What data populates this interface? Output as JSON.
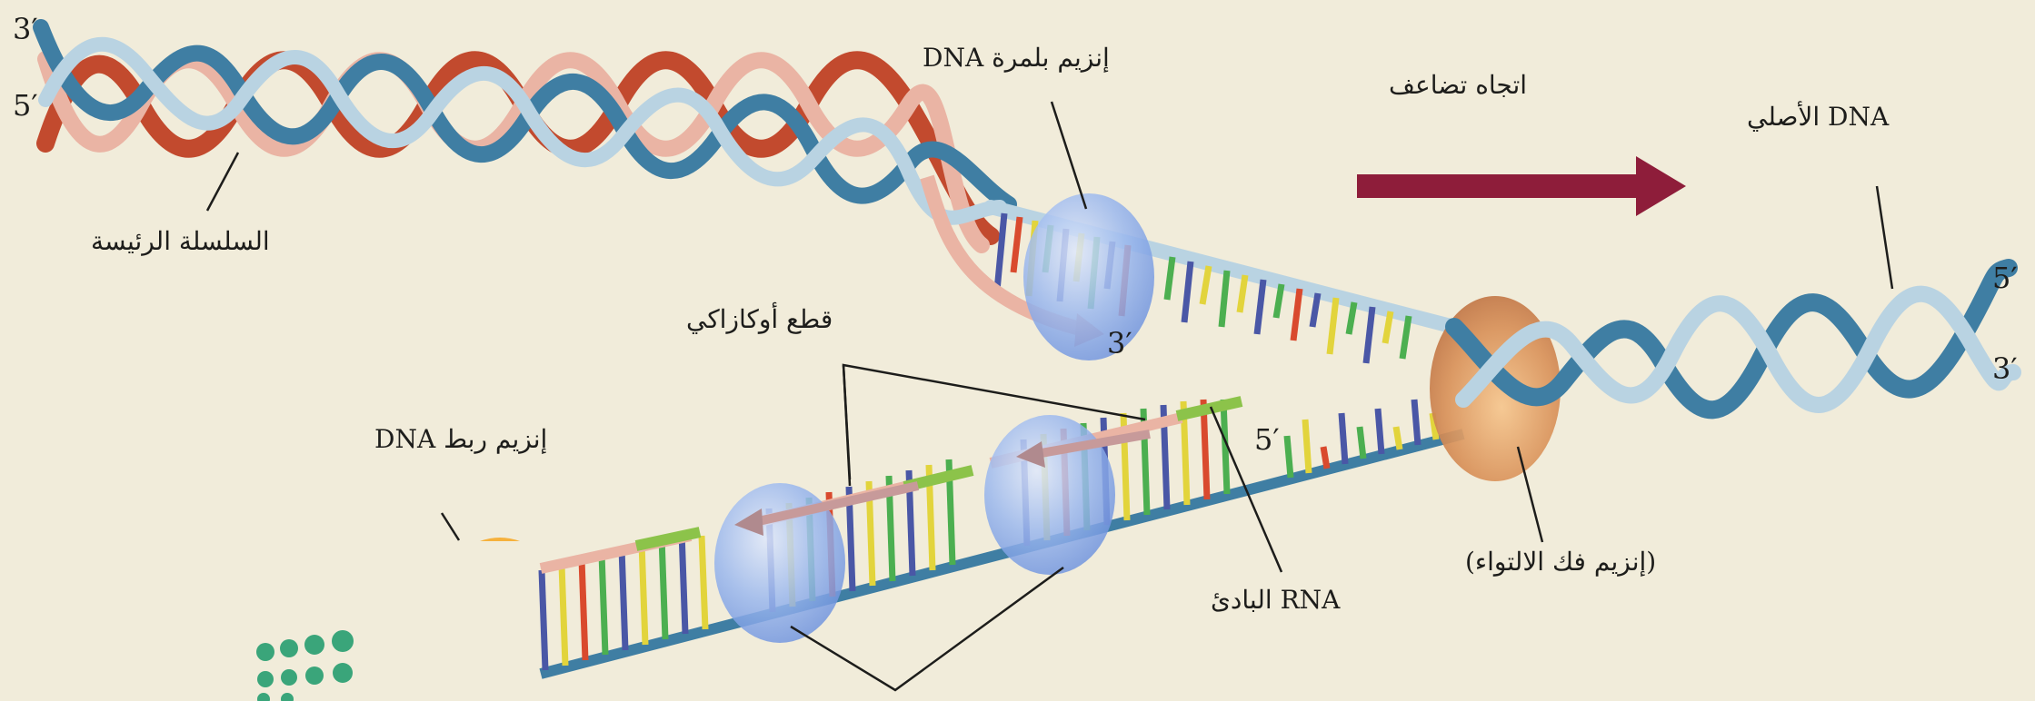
{
  "labels": {
    "polymerase": "إنزيم بلمرة  DNA",
    "replication_direction": "اتجاه تضاعف",
    "original_dna": "DNA الأصلي",
    "leading_strand": "السلسلة الرئيسة",
    "okazaki_fragments": "قطع أوكازاكي",
    "ligase": "إنزيم ربط DNA",
    "helicase": "(إنزيم فك الالتواء)",
    "rna_primer": "RNA البادئ"
  },
  "strand_ends": {
    "top_left_upper": "3′",
    "top_left_lower": "5′",
    "leading_tip": "3′",
    "right_upper": "5′",
    "right_lower": "3′",
    "lagging_start": "5′"
  },
  "colors": {
    "background": "#f1ecda",
    "strand_red": "#c24a2e",
    "strand_pink": "#eab4a4",
    "strand_blue": "#3f7ea3",
    "strand_light_blue": "#b9d3e2",
    "polymerase": "#8fb0e8",
    "helicase": "#d89a63",
    "direction_arrow": "#8e1d3a",
    "primer": "#8cc34a",
    "logo_green": "#3aa57a"
  }
}
